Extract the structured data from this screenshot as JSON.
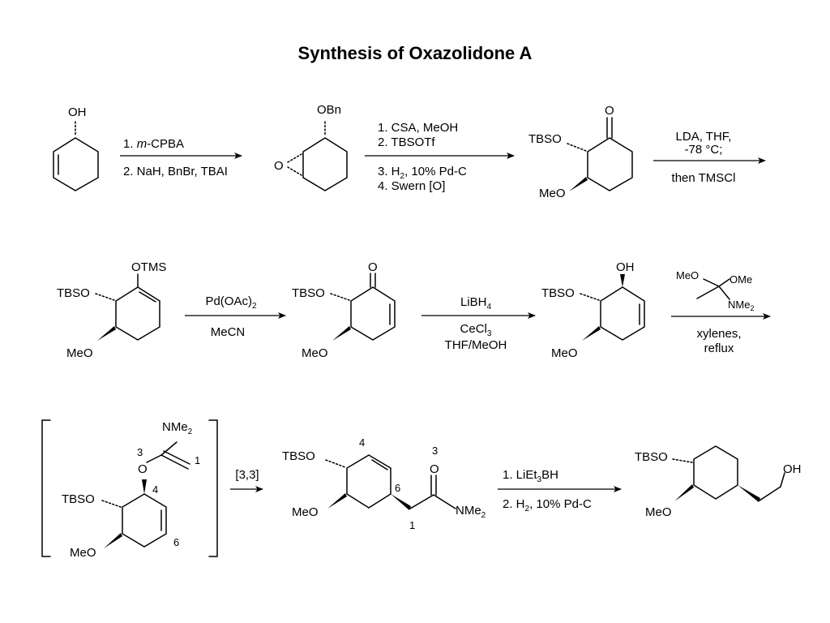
{
  "title": "Synthesis of Oxazolidone A",
  "labels": {
    "oh": "OH",
    "obn": "OBn",
    "o": "O",
    "otms": "OTMS",
    "tbso": "TBSO",
    "meo": "MeO",
    "ome": "OMe",
    "nme2": "NMe",
    "sub2": "2",
    "sub3": "3",
    "sub4": "4"
  },
  "step1": {
    "reagent1_pre": "1. ",
    "reagent1_it": "m",
    "reagent1_post": "-CPBA",
    "reagent2": "2. NaH, BnBr, TBAI"
  },
  "step2": {
    "r1": "1. CSA, MeOH",
    "r2": "2. TBSOTf",
    "r3_pre": "3. H",
    "r3_post": ", 10% Pd-C",
    "r4": "4. Swern [O]"
  },
  "step3": {
    "r1": "LDA, THF,",
    "r2": "-78 °C;",
    "r3": "then TMSCl"
  },
  "step4": {
    "r1_pre": "Pd(OAc)",
    "r2": "MeCN"
  },
  "step5": {
    "r1_pre": "LiBH",
    "r2_pre": "CeCl",
    "r3": "THF/MeOH"
  },
  "step6": {
    "r1": "xylenes,",
    "r2": "reflux"
  },
  "step7": {
    "r1": "[3,3]"
  },
  "step8": {
    "r1_pre": "1. LiEt",
    "r1_post": "BH",
    "r2_pre": "2. H",
    "r2_post": ", 10% Pd-C"
  },
  "numbering": {
    "n1": "1",
    "n3": "3",
    "n4": "4",
    "n6": "6"
  }
}
